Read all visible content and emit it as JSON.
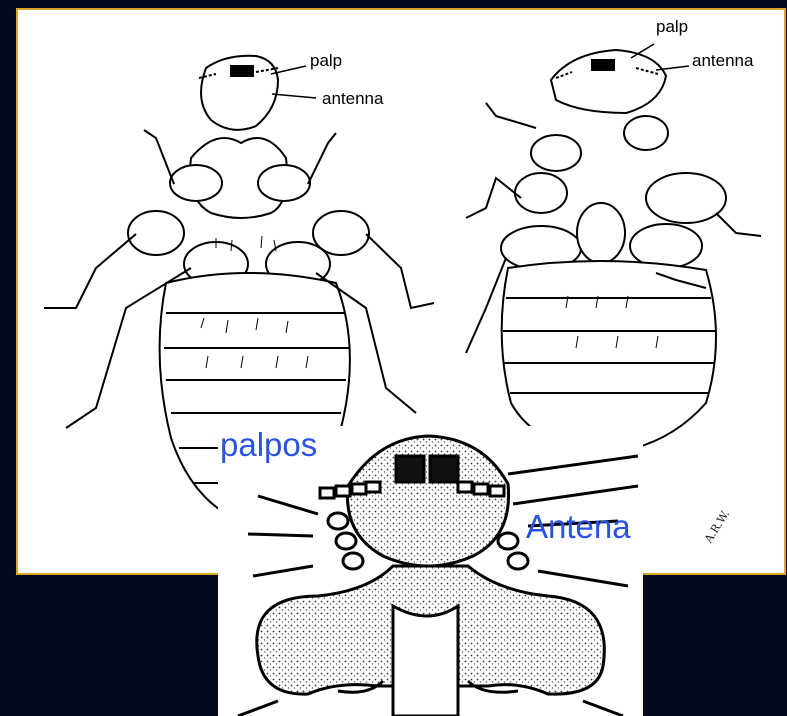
{
  "figure": {
    "left_specimen": {
      "palp_label": "palp",
      "antenna_label": "antenna"
    },
    "right_specimen": {
      "palp_label": "palp",
      "antenna_label": "antenna"
    },
    "inset": {
      "palpos_label": "palpos",
      "antena_label": "Antena"
    },
    "artist_mark": "A.R.W."
  },
  "colors": {
    "background": "#050b1d",
    "frame": "#d8a72a",
    "annotation": "#2a52e6"
  }
}
